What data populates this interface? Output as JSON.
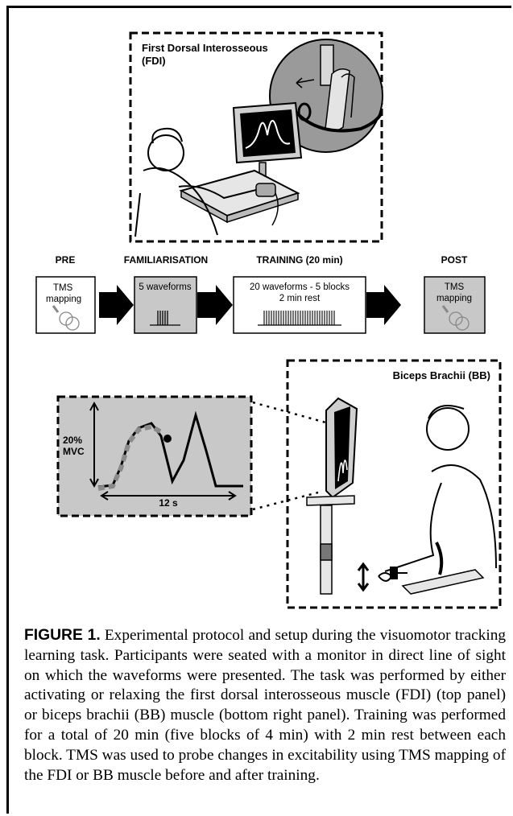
{
  "figure": {
    "fdi_title_line1": "First Dorsal Interosseous",
    "fdi_title_line2": "(FDI)",
    "bb_title": "Biceps Brachii (BB)",
    "stages": [
      {
        "label": "PRE",
        "box_line1": "TMS",
        "box_line2": "mapping"
      },
      {
        "label": "FAMILIARISATION",
        "box_line1": "5 waveforms"
      },
      {
        "label": "TRAINING (20 min)",
        "box_line1": "20 waveforms - 5 blocks",
        "box_line2": "2 min rest"
      },
      {
        "label": "POST",
        "box_line1": "TMS",
        "box_line2": "mapping"
      }
    ],
    "waveform_y_label_line1": "20%",
    "waveform_y_label_line2": "MVC",
    "waveform_x_label": "12 s"
  },
  "caption": {
    "lead": "FIGURE 1.",
    "body": " Experimental protocol and setup during the visuomotor tracking learning task. Participants were seated with a monitor in direct line of sight on which the waveforms were presented. The task was performed by either activating or relaxing the first dorsal interosseous muscle (FDI) (top panel) or biceps brachii (BB) muscle (bottom right panel). Training was performed for a total of 20 min (five blocks of 4 min) with 2 min rest between each block. TMS was used to probe changes in excitability using TMS mapping of the FDI or BB muscle before and after training."
  },
  "colors": {
    "gray_box": "#c8c8c8",
    "trace_dash": "#8a8a8a"
  }
}
